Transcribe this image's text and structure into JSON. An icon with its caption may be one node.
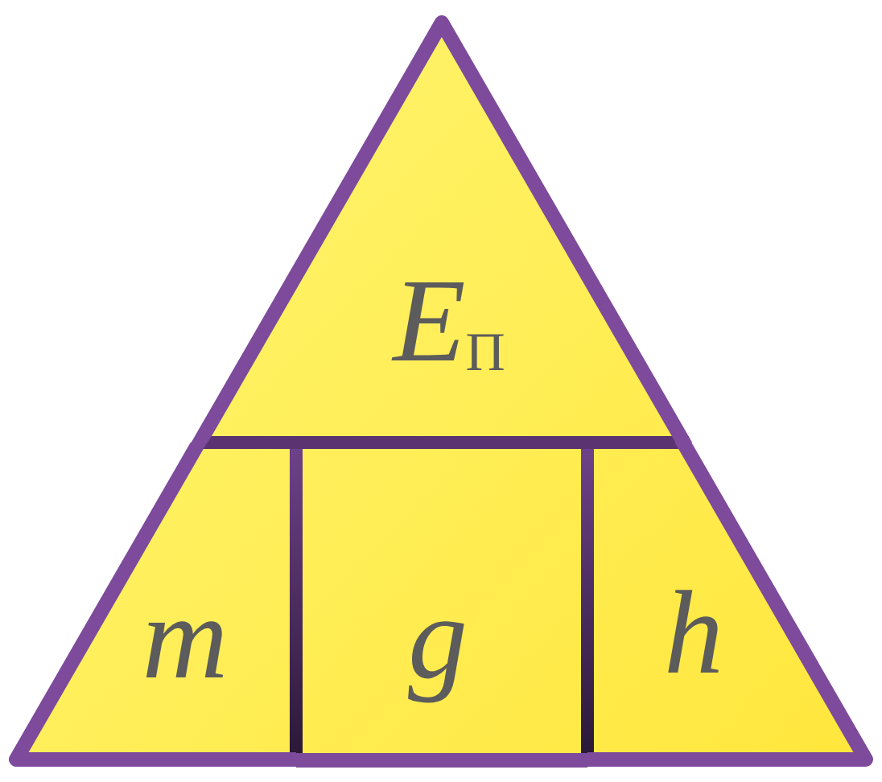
{
  "diagram": {
    "nodes": [
      {
        "text": [
          "*E*$_{П}$"
        ]
      },
      {
        "text": [
          "m"
        ]
      },
      {
        "text": [
          "g"
        ]
      },
      {
        "text": [
          "h"
        ]
      }
    ]
  }
}
